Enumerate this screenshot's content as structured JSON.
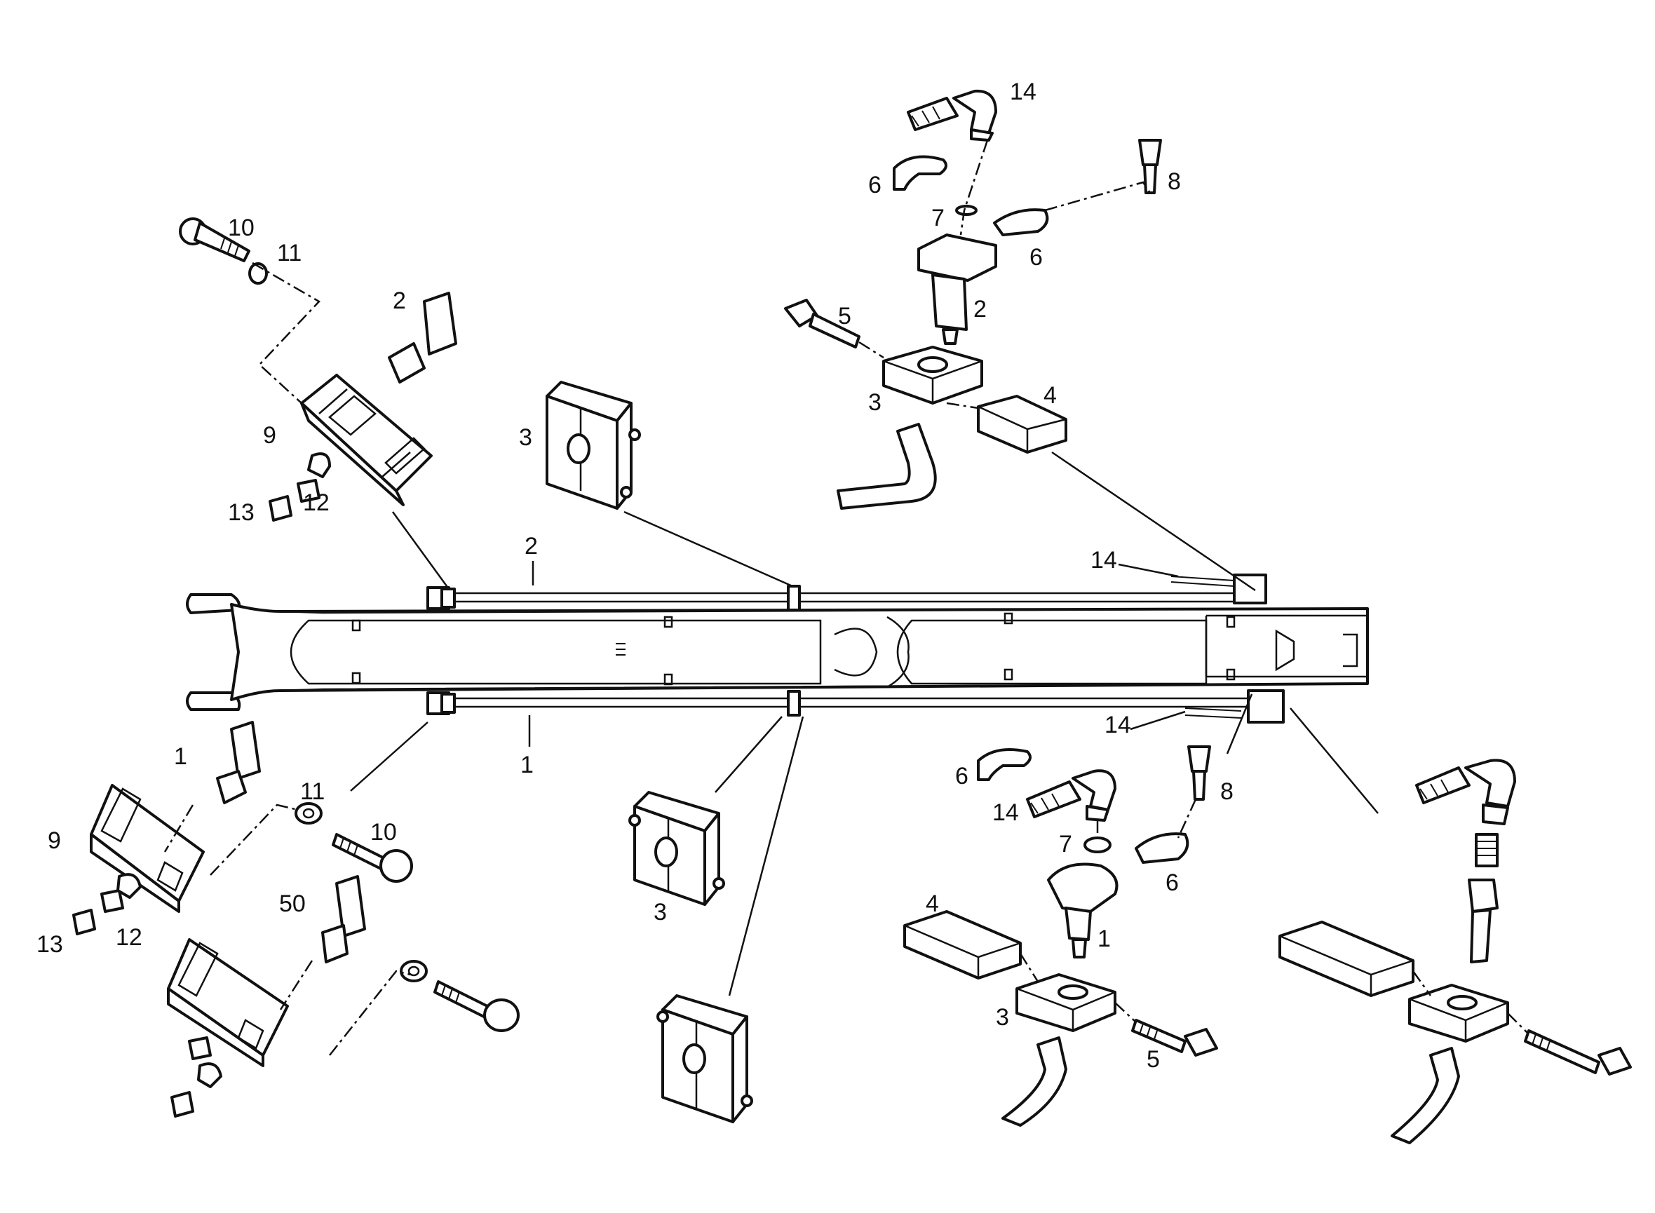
{
  "callouts": {
    "top_right_elbow": "14",
    "top_right_clamp_left": "6",
    "top_right_oring": "7",
    "top_right_clamp_right": "6",
    "top_right_screw": "8",
    "top_right_bolt": "5",
    "top_right_adapter": "2",
    "top_right_block": "3",
    "top_right_cover": "4",
    "top_left_screw": "10",
    "top_left_washer": "11",
    "top_left_pipe": "2",
    "top_left_bracket": "9",
    "top_left_nut": "13",
    "top_left_setscrew": "12",
    "top_center_clamp": "3",
    "boom_upper_line": "2",
    "boom_lower_line": "1",
    "boom_upper_hose": "14",
    "boom_lower_hose": "14",
    "bottom_left_pipe": "1",
    "bottom_left_bracket": "9",
    "bottom_left_washer": "11",
    "bottom_left_screw": "10",
    "bottom_left_nut": "13",
    "bottom_left_setscrew": "12",
    "bottom_left2_pipe": "50",
    "bottom_center_clamp": "3",
    "bottom_right_clamp_left": "6",
    "bottom_right_elbow": "14",
    "bottom_right_oring": "7",
    "bottom_right_screw": "8",
    "bottom_right_clamp_right": "6",
    "bottom_right_adapter": "1",
    "bottom_right_cover": "4",
    "bottom_right_block": "3",
    "bottom_right_bolt": "5"
  }
}
